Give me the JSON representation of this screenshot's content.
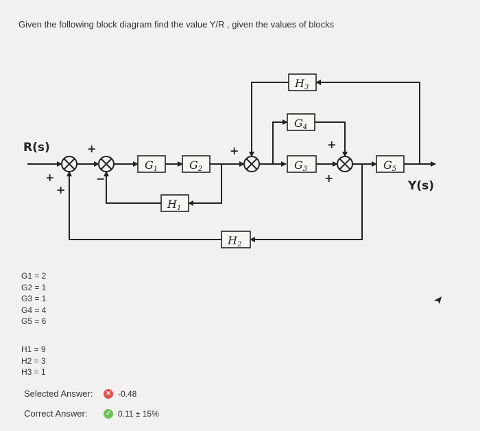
{
  "question": "Given the following block diagram find the value Y/R , given the values of blocks",
  "diagram": {
    "input_label": "R(s)",
    "output_label": "Y(s)",
    "blocks": {
      "G1": {
        "name": "G",
        "sub": "1"
      },
      "G2": {
        "name": "G",
        "sub": "2"
      },
      "G3": {
        "name": "G",
        "sub": "3"
      },
      "G4": {
        "name": "G",
        "sub": "4"
      },
      "G5": {
        "name": "G",
        "sub": "5"
      },
      "H1": {
        "name": "H",
        "sub": "1"
      },
      "H2": {
        "name": "H",
        "sub": "2"
      },
      "H3": {
        "name": "H",
        "sub": "3"
      }
    },
    "signs": {
      "plus": "+",
      "minus": "−"
    }
  },
  "g_values": [
    "G1 = 2",
    "G2 = 1",
    "G3 = 1",
    "G4 = 4",
    "G5 = 6"
  ],
  "h_values": [
    "H1 = 9",
    "H2 = 3",
    "H3 = 1"
  ],
  "selected": {
    "label": "Selected Answer:",
    "value": "-0.48",
    "icon": "x-circle-icon",
    "color": "#e05252"
  },
  "correct": {
    "label": "Correct Answer:",
    "value": "0.11 ± 15%",
    "icon": "check-circle-icon",
    "color": "#6fbf5a"
  }
}
